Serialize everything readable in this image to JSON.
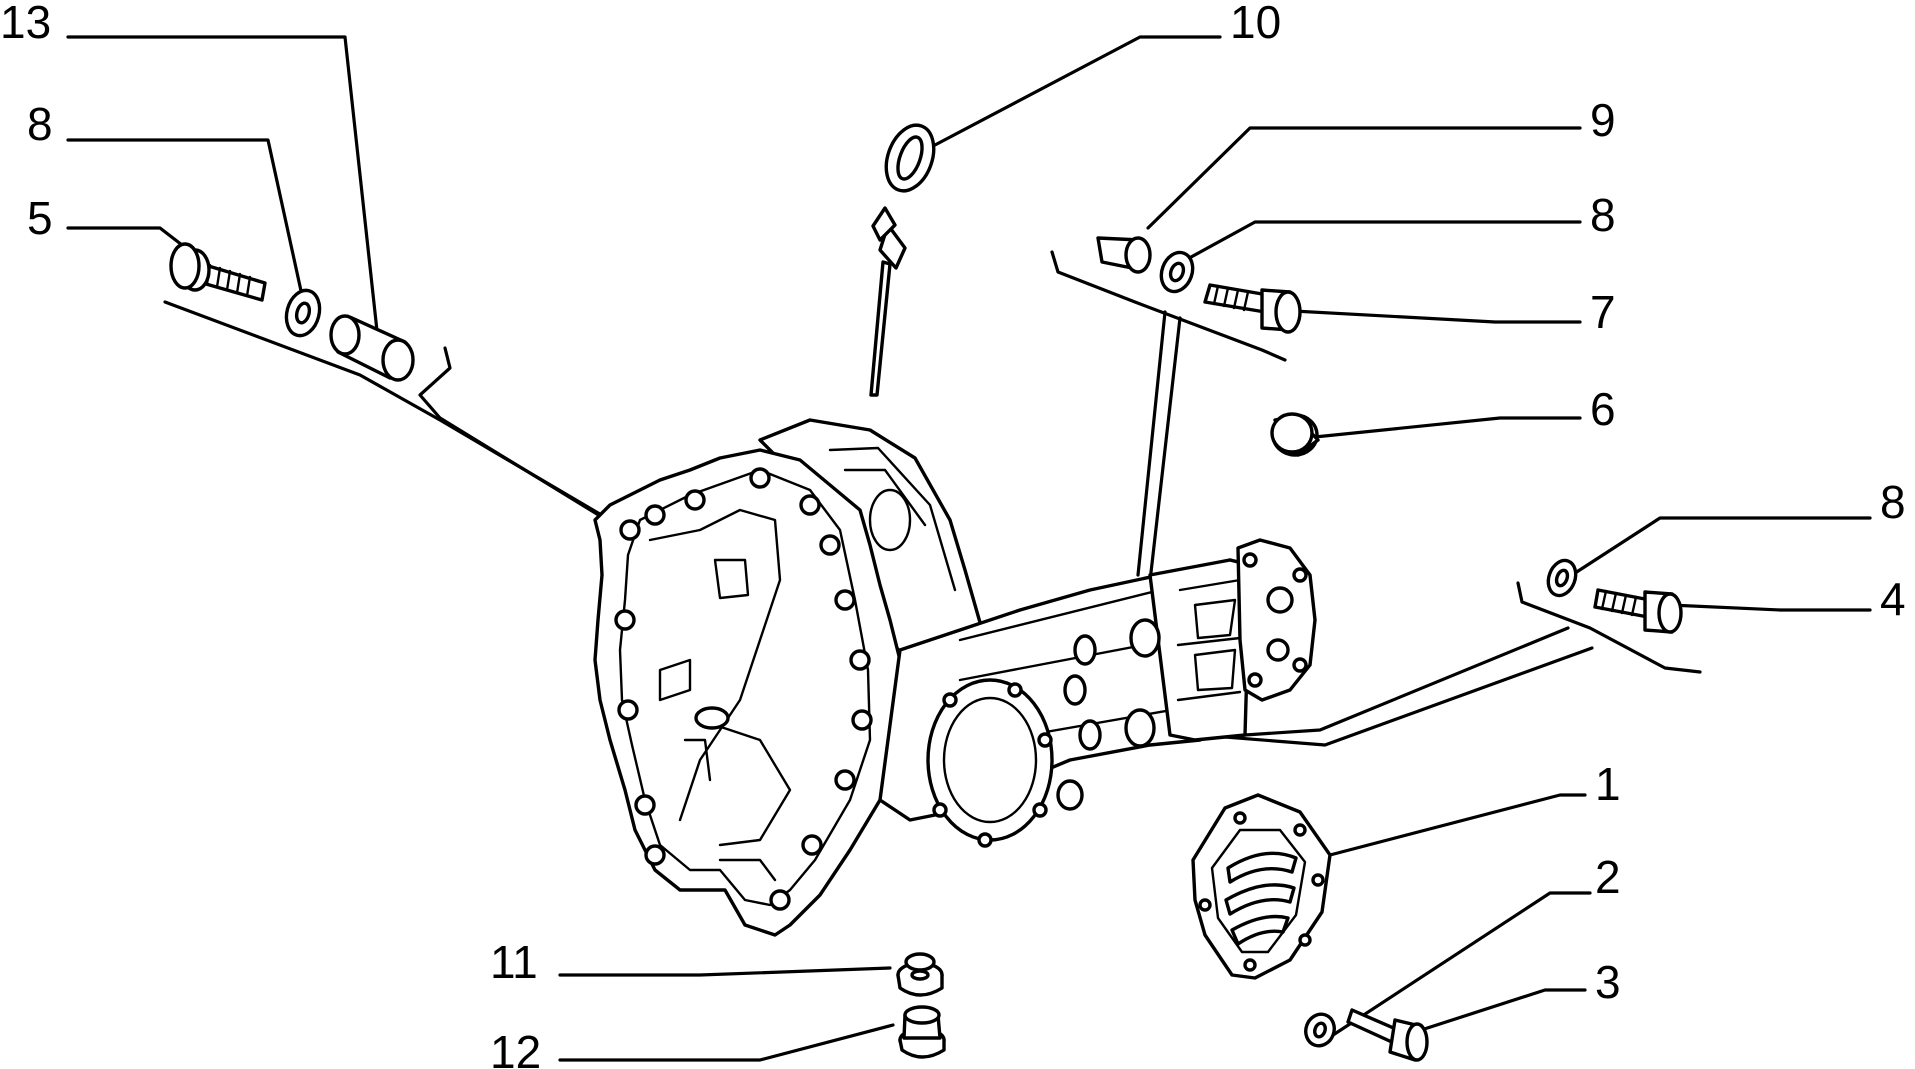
{
  "callouts": [
    {
      "id": "13-top-left",
      "text": "13"
    },
    {
      "id": "8-upper-left",
      "text": "8"
    },
    {
      "id": "5",
      "text": "5"
    },
    {
      "id": "10",
      "text": "10"
    },
    {
      "id": "9",
      "text": "9"
    },
    {
      "id": "8-upper-right",
      "text": "8"
    },
    {
      "id": "7",
      "text": "7"
    },
    {
      "id": "6",
      "text": "6"
    },
    {
      "id": "8-right",
      "text": "8"
    },
    {
      "id": "4",
      "text": "4"
    },
    {
      "id": "1",
      "text": "1"
    },
    {
      "id": "2",
      "text": "2"
    },
    {
      "id": "3",
      "text": "3"
    },
    {
      "id": "11",
      "text": "11"
    },
    {
      "id": "12",
      "text": "12"
    }
  ],
  "colors": {
    "ink": "#000000",
    "paper": "#ffffff"
  }
}
